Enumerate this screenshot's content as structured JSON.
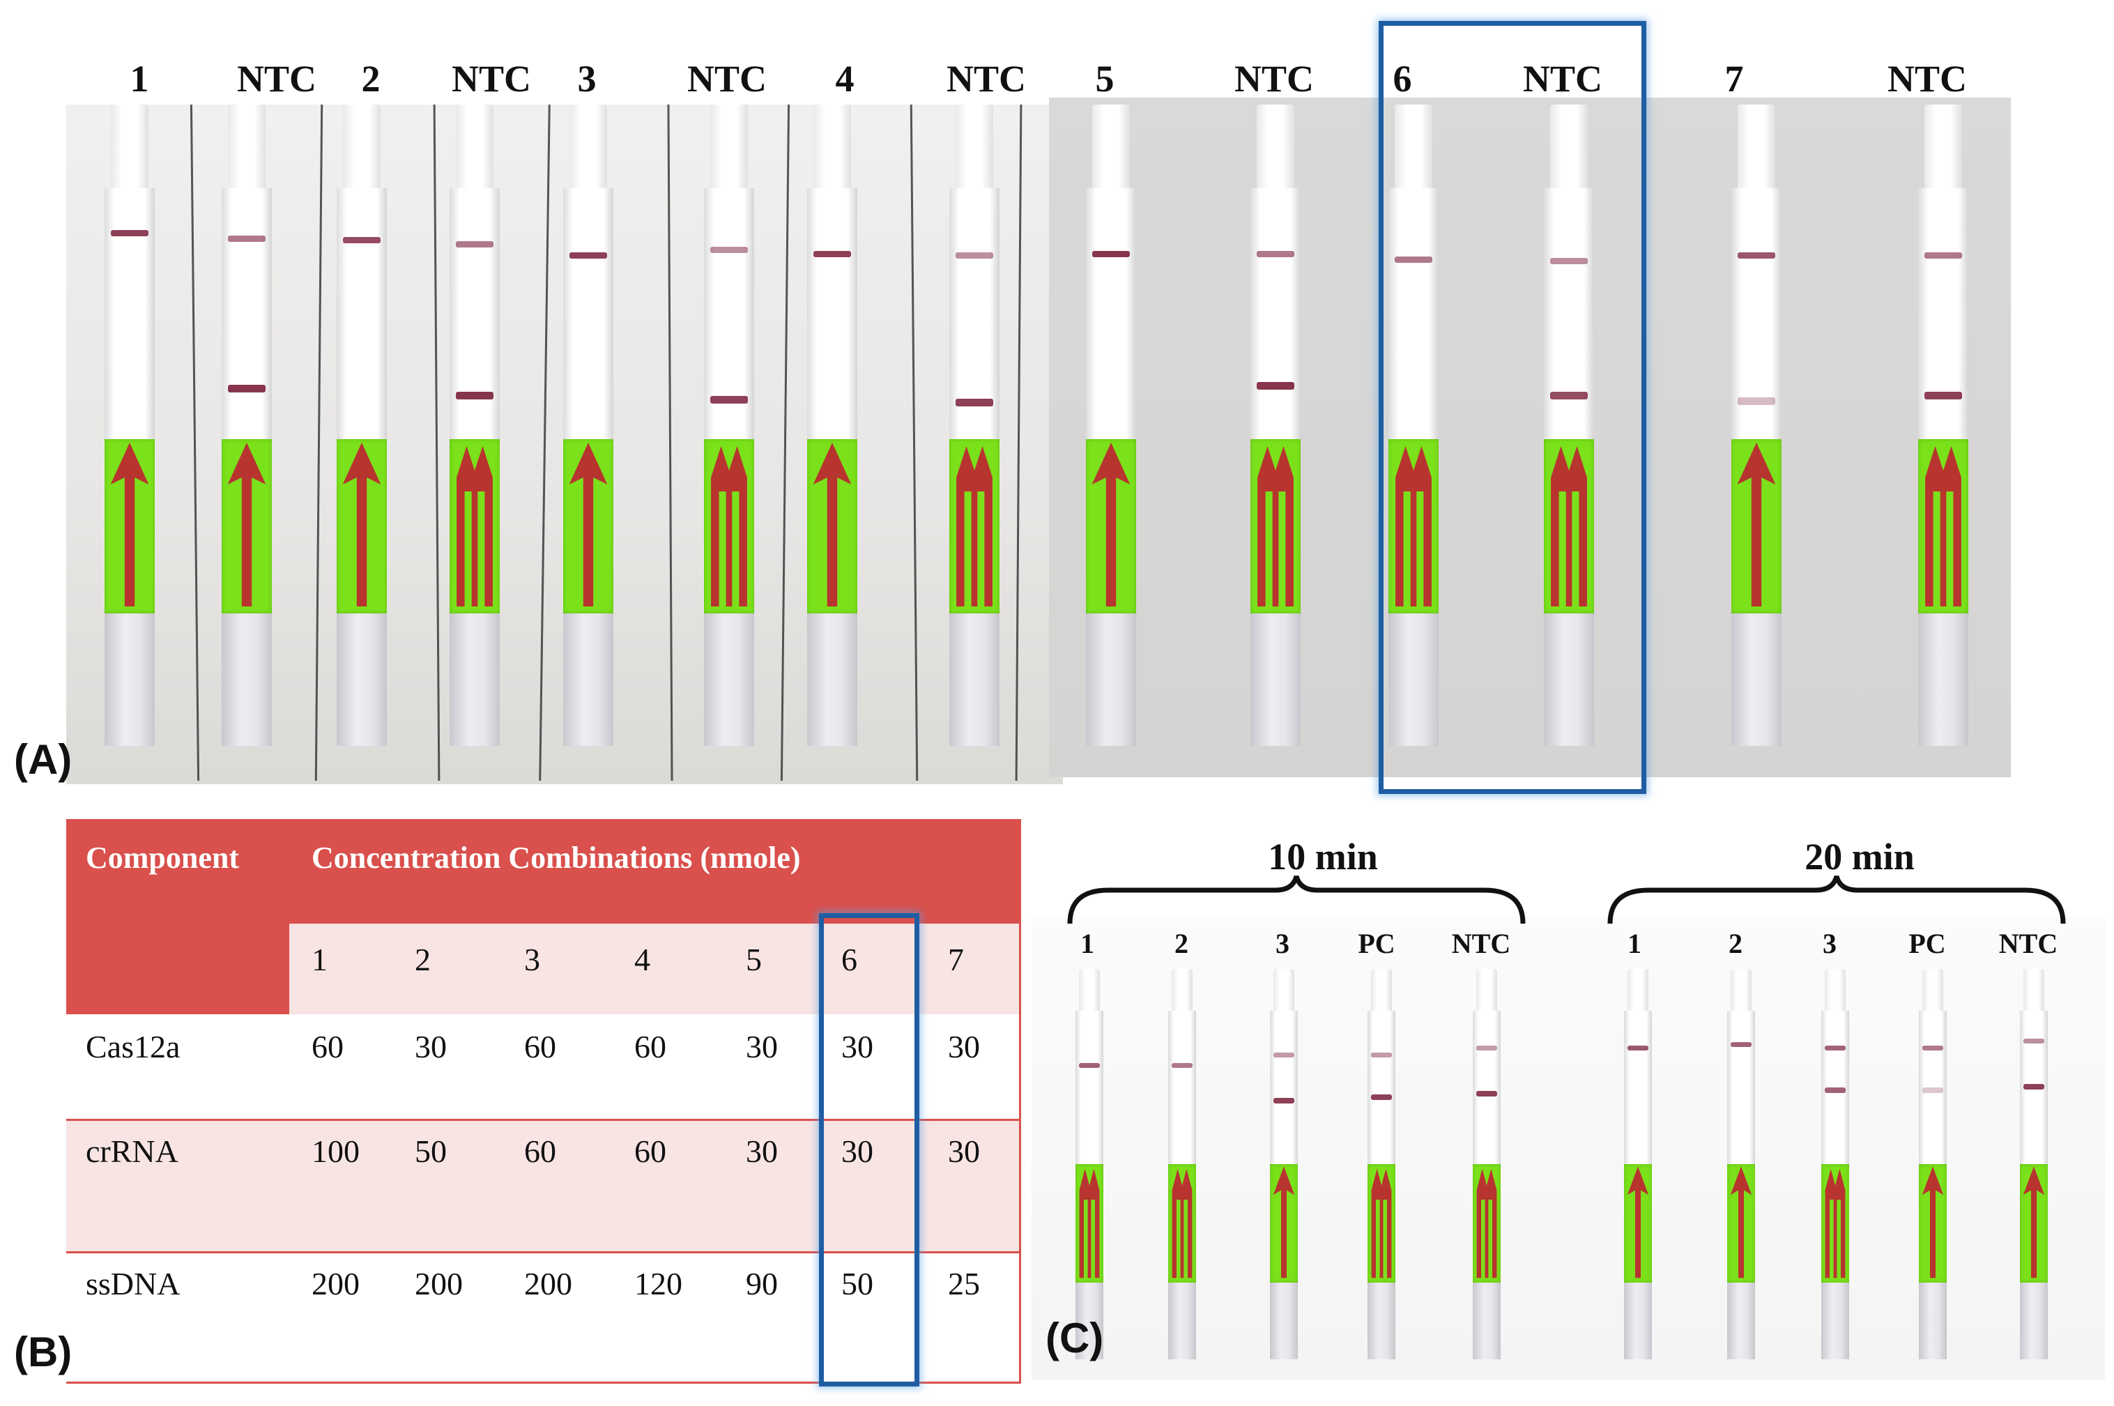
{
  "panel_a": {
    "letter": "(A)",
    "lane_labels": [
      "1",
      "NTC",
      "2",
      "NTC",
      "3",
      "NTC",
      "4",
      "NTC",
      "5",
      "NTC",
      "6",
      "NTC",
      "7",
      "NTC"
    ]
  },
  "panel_b": {
    "letter": "(B)",
    "header_component": "Component",
    "header_concentration": "Concentration Combinations (nmole)",
    "combination_numbers": [
      "1",
      "2",
      "3",
      "4",
      "5",
      "6",
      "7"
    ],
    "rows": [
      {
        "name": "Cas12a",
        "values": [
          "60",
          "30",
          "60",
          "60",
          "30",
          "30",
          "30"
        ]
      },
      {
        "name": "crRNA",
        "values": [
          "100",
          "50",
          "60",
          "60",
          "30",
          "30",
          "30"
        ]
      },
      {
        "name": "ssDNA",
        "values": [
          "200",
          "200",
          "200",
          "120",
          "90",
          "50",
          "25"
        ]
      }
    ],
    "highlighted_combination": "6"
  },
  "panel_c": {
    "letter": "(C)",
    "group_10_label": "10 min",
    "group_20_label": "20 min",
    "lane_labels_10": [
      "1",
      "2",
      "3",
      "PC",
      "NTC"
    ],
    "lane_labels_20": [
      "1",
      "2",
      "3",
      "PC",
      "NTC"
    ]
  },
  "colors": {
    "table_header": "#d9504c",
    "table_subheader": "#f7e4e3",
    "highlight_box": "#1f5da3",
    "green_pad": "#7be11a",
    "band": "#7a1f3a",
    "arrow": "#b8342f"
  }
}
